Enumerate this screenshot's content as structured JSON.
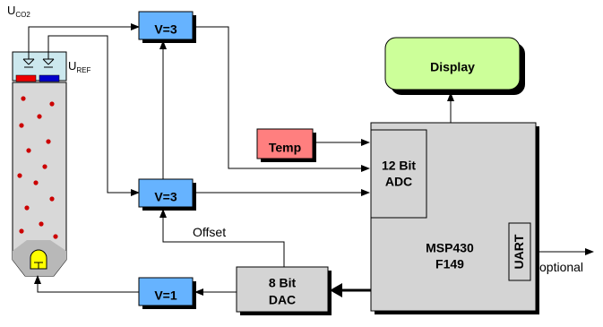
{
  "sensor": {
    "u_co2": {
      "main": "U",
      "sub": "CO2"
    },
    "u_ref": {
      "main": "U",
      "sub": "REF"
    }
  },
  "blocks": {
    "amp_top": "V=3",
    "amp_mid": "V=3",
    "amp_bottom": "V=1",
    "display": "Display",
    "temp": "Temp",
    "adc": [
      "12 Bit",
      "ADC"
    ],
    "dac": [
      "8 Bit",
      "DAC"
    ],
    "mcu": [
      "MSP430",
      "F149"
    ],
    "uart": "UART"
  },
  "labels": {
    "offset": "Offset",
    "optional": "optional"
  },
  "colors": {
    "amp_fill": "#66b3ff",
    "display_fill": "#ccff99",
    "temp_fill": "#ff7f7f",
    "gray_fill": "#d4d4d4",
    "sensor_body": "#d8d8d8",
    "sensor_top": "#cce8ee",
    "dots": "#cc0000",
    "electrode_red": "#ee0000",
    "electrode_blue": "#0000cc",
    "lamp_yellow": "#ffff00"
  }
}
